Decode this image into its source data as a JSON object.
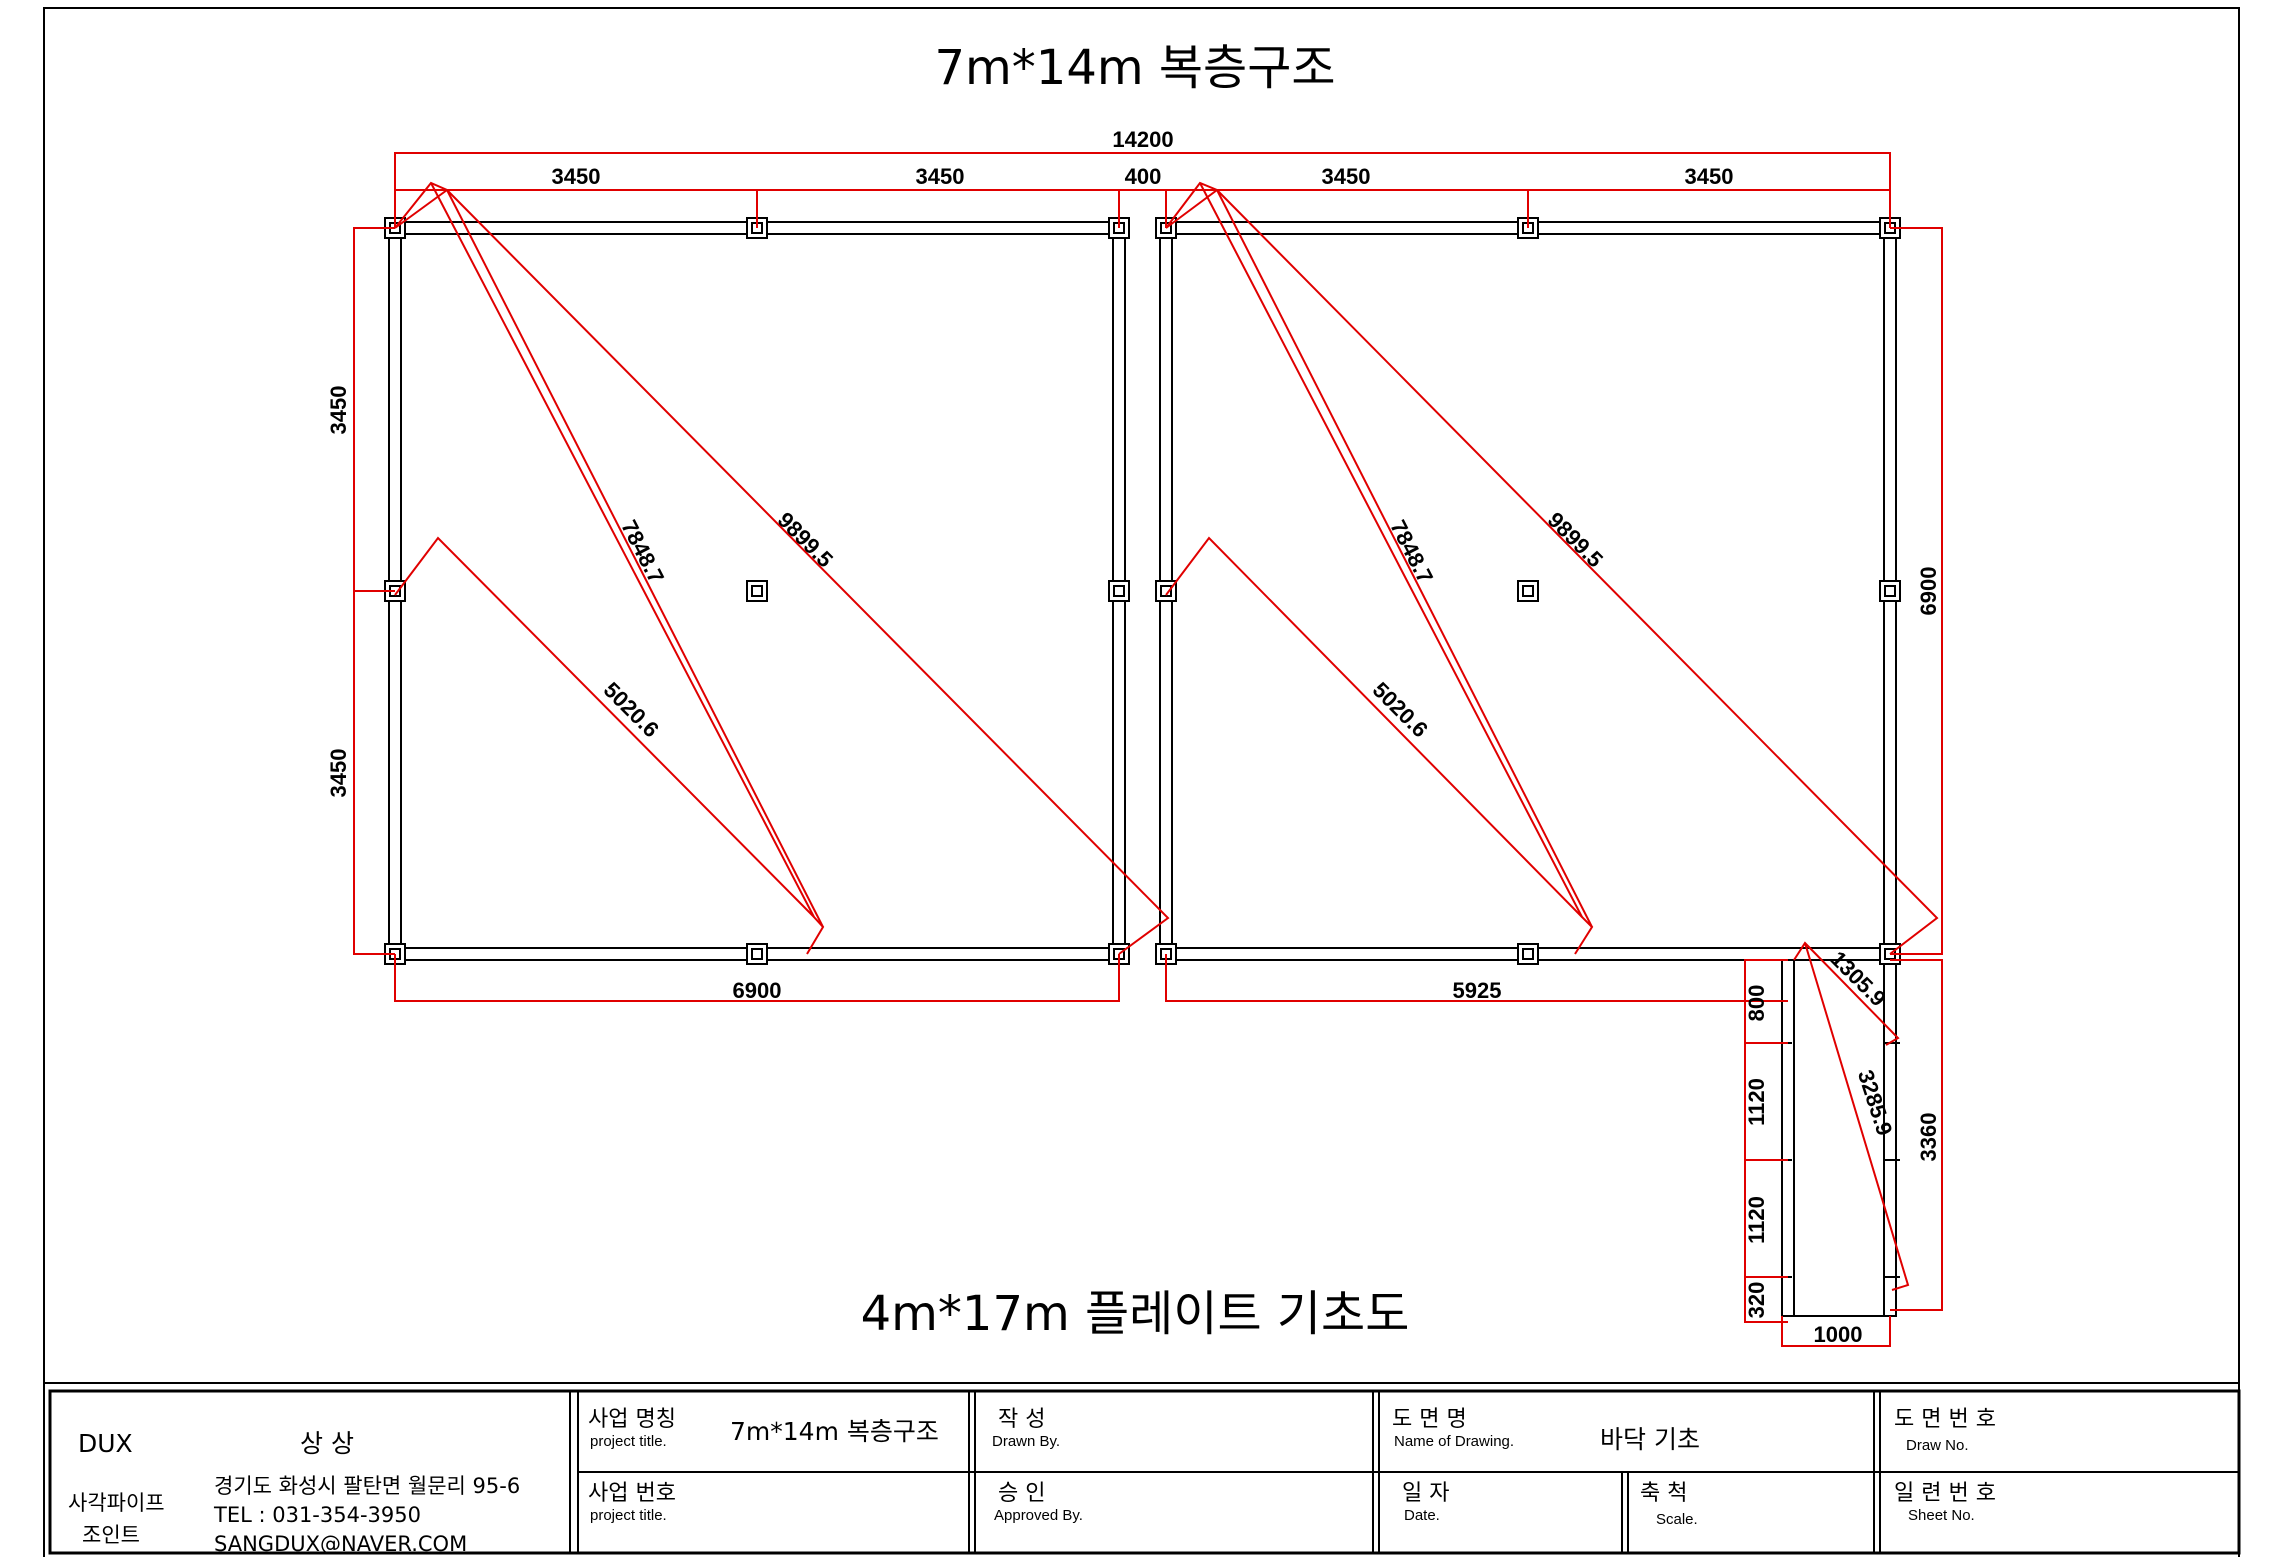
{
  "drawing": {
    "title": "7m*14m 복층구조",
    "subtitle": "4m*17m  플레이트 기초도"
  },
  "dimensions": {
    "total_width": "14200",
    "top_segments": [
      "3450",
      "3450",
      "400",
      "3450",
      "3450"
    ],
    "left_segments": [
      "3450",
      "3450"
    ],
    "right_height": "6900",
    "bottom_left": "6900",
    "bottom_right": "5925",
    "diagonals_left": [
      "7848.7",
      "9899.5",
      "5020.6"
    ],
    "diagonals_right": [
      "7848.7",
      "9899.5",
      "5020.6"
    ],
    "annex_segments": [
      "800",
      "1120",
      "1120",
      "320"
    ],
    "annex_height": "3360",
    "annex_width": "1000",
    "annex_diagonals": [
      "1305.9",
      "3285.9"
    ]
  },
  "title_block": {
    "company": {
      "brand": "DUX",
      "name": "상 상",
      "type_line1": "사각파이프",
      "type_line2": "조인트",
      "address": "경기도 화성시 팔탄면 월문리 95-6",
      "tel": "TEL : 031-354-3950",
      "email": "SANGDUX@NAVER.COM"
    },
    "project_title_label": "사업 명칭",
    "project_title_sub": "project title.",
    "project_title_value": "7m*14m 복층구조",
    "project_no_label": "사업 번호",
    "project_no_sub": "project title.",
    "drawn_label": "작   성",
    "drawn_sub": "Drawn By.",
    "approved_label": "승   인",
    "approved_sub": "Approved By.",
    "drawing_name_label": "도  면  명",
    "drawing_name_sub": "Name of Drawing.",
    "drawing_name_value": "바닥 기초",
    "date_label": "일  자",
    "date_sub": "Date.",
    "scale_label": "축  척",
    "scale_sub": "Scale.",
    "draw_no_label": "도 면 번 호",
    "draw_no_sub": "Draw No.",
    "sheet_no_label": "일 련 번 호",
    "sheet_no_sub": "Sheet No."
  },
  "colors": {
    "dimension_line": "#e00000",
    "structure_line": "#000000"
  }
}
